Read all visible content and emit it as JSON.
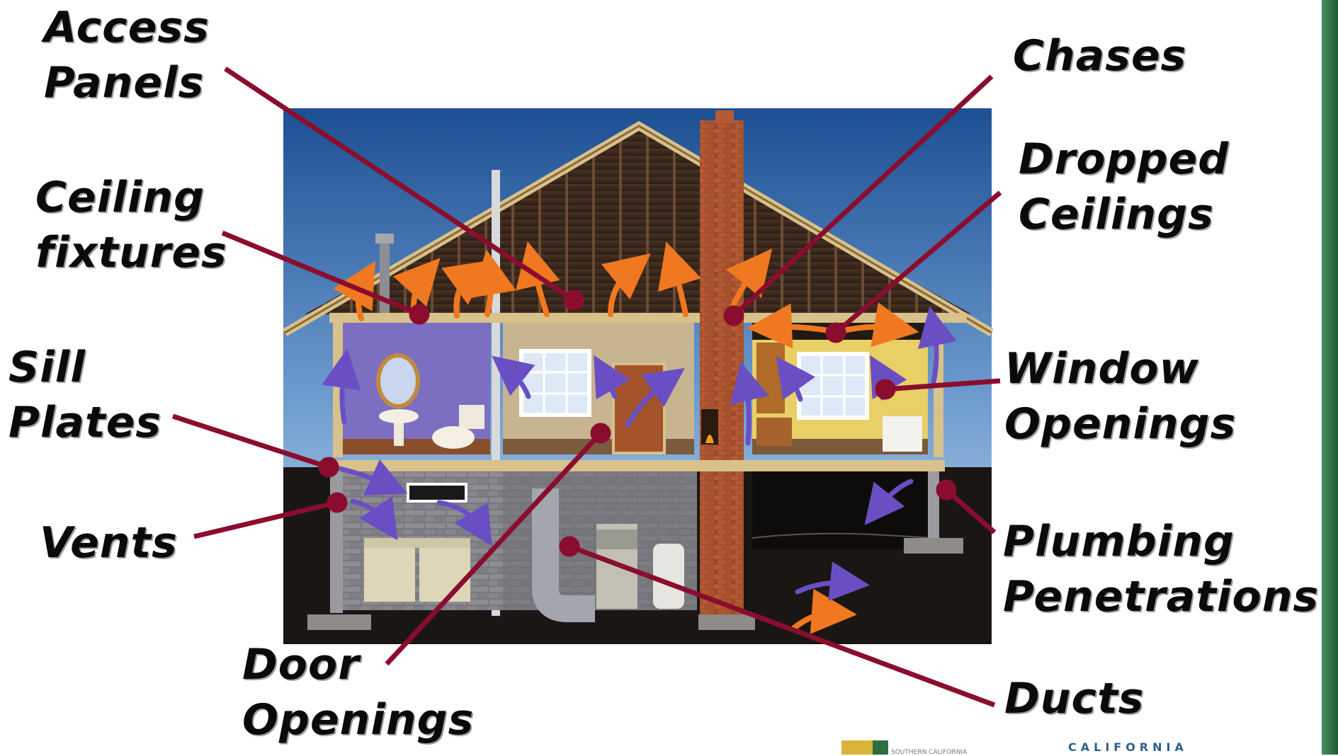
{
  "labels": {
    "access_panels": [
      "Access",
      "Panels"
    ],
    "ceiling_fixtures": [
      "Ceiling",
      "fixtures"
    ],
    "sill_plates": [
      "Sill",
      "Plates"
    ],
    "vents": [
      "Vents"
    ],
    "door_openings": [
      "Door",
      "Openings"
    ],
    "chases": [
      "Chases"
    ],
    "dropped_ceilings": [
      "Dropped",
      "Ceilings"
    ],
    "window_openings": [
      "Window",
      "Openings"
    ],
    "plumbing_penetrations": [
      "Plumbing",
      "Penetrations"
    ],
    "ducts": [
      "Ducts"
    ]
  },
  "logos": {
    "left_small_text": "SOUTHERN CALIFORNIA",
    "right_text": "CALIFORNIA"
  },
  "colors": {
    "leader_line": "#8b0d2e",
    "label_text": "#0a0a0a",
    "warm_air_arrow": "#f07820",
    "cool_air_arrow": "#6a4fc4",
    "right_edge": "#2a6b3c"
  }
}
